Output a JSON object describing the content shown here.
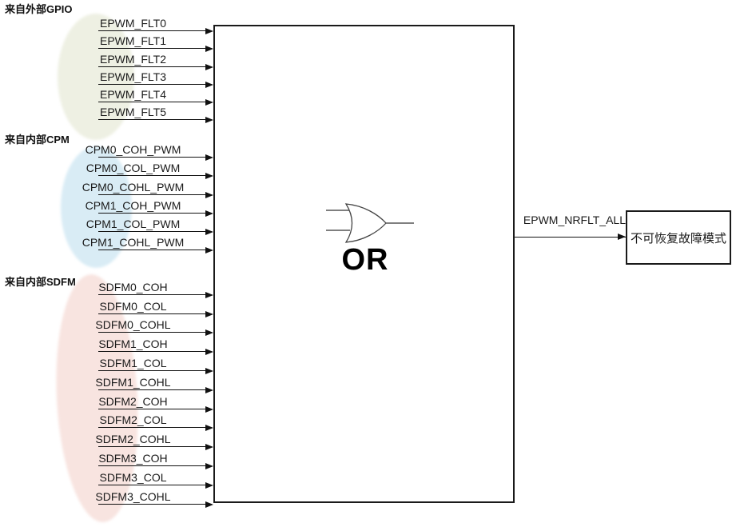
{
  "groups": [
    {
      "label": "来自外部GPIO",
      "signals": [
        "EPWM_FLT0",
        "EPWM_FLT1",
        "EPWM_FLT2",
        "EPWM_FLT3",
        "EPWM_FLT4",
        "EPWM_FLT5"
      ]
    },
    {
      "label": "来自内部CPM",
      "signals": [
        "CPM0_COH_PWM",
        "CPM0_COL_PWM",
        "CPM0_COHL_PWM",
        "CPM1_COH_PWM",
        "CPM1_COL_PWM",
        "CPM1_COHL_PWM"
      ]
    },
    {
      "label": "来自内部SDFM",
      "signals": [
        "SDFM0_COH",
        "SDFM0_COL",
        "SDFM0_COHL",
        "SDFM1_COH",
        "SDFM1_COL",
        "SDFM1_COHL",
        "SDFM2_COH",
        "SDFM2_COL",
        "SDFM2_COHL",
        "SDFM3_COH",
        "SDFM3_COL",
        "SDFM3_COHL"
      ]
    }
  ],
  "gate": {
    "type": "OR",
    "label": "OR"
  },
  "output": {
    "label": "EPWM_NRFLT_ALL",
    "target_box": "不可恢复故障模式"
  },
  "colors": {
    "blob_gpio": "#eef0e3",
    "blob_cpm": "#d9ecf5",
    "blob_sdfm": "#f8e4e0",
    "line": "#111111",
    "border": "#1a1a1a"
  }
}
